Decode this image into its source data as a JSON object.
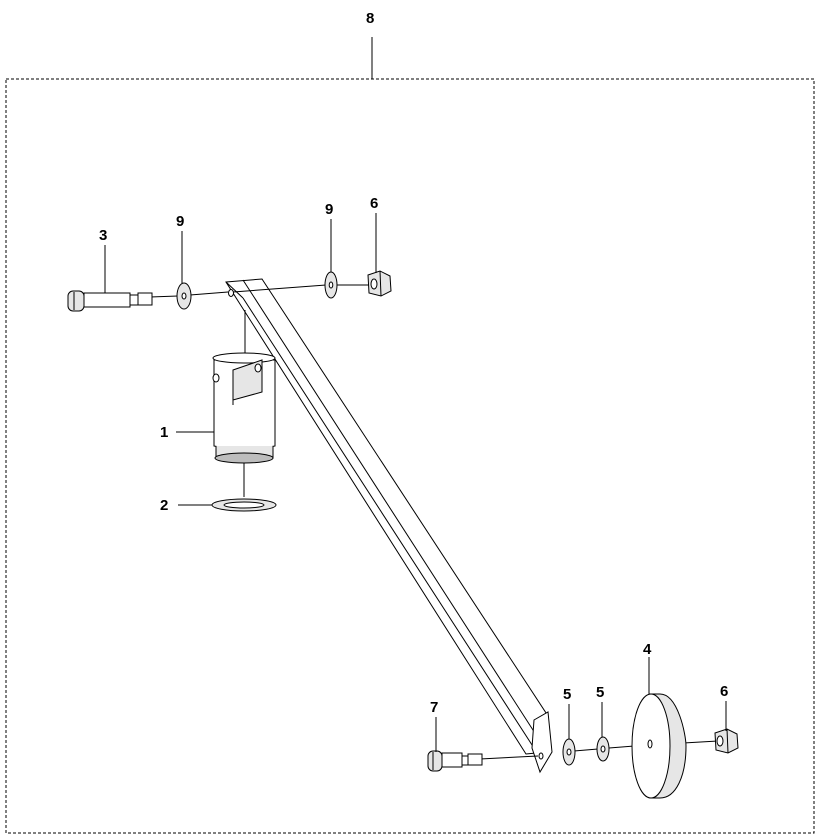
{
  "callouts": {
    "assembly": "8",
    "pivot_block": "1",
    "washer_large": "2",
    "screw_top": "3",
    "disc_weight": "4",
    "washer_small_a": "5",
    "washer_small_b": "5",
    "nut_top": "6",
    "nut_bottom": "6",
    "screw_bottom": "7",
    "washer_top_left": "9",
    "washer_top_right": "9"
  }
}
